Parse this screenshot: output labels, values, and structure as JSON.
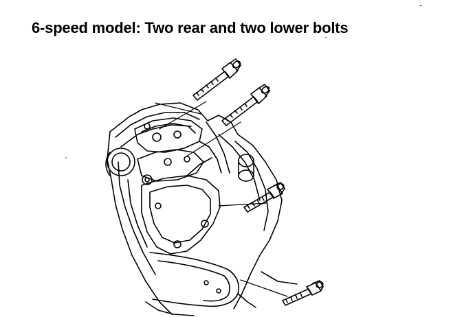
{
  "header": {
    "title": "6-speed model: Two rear and two lower bolts"
  },
  "colors": {
    "background": "#ffffff",
    "ink": "#000000"
  },
  "diagram": {
    "bolts": [
      {
        "id": "rear-bolt-1"
      },
      {
        "id": "rear-bolt-2"
      },
      {
        "id": "lower-bolt-1"
      },
      {
        "id": "lower-bolt-2"
      }
    ]
  }
}
